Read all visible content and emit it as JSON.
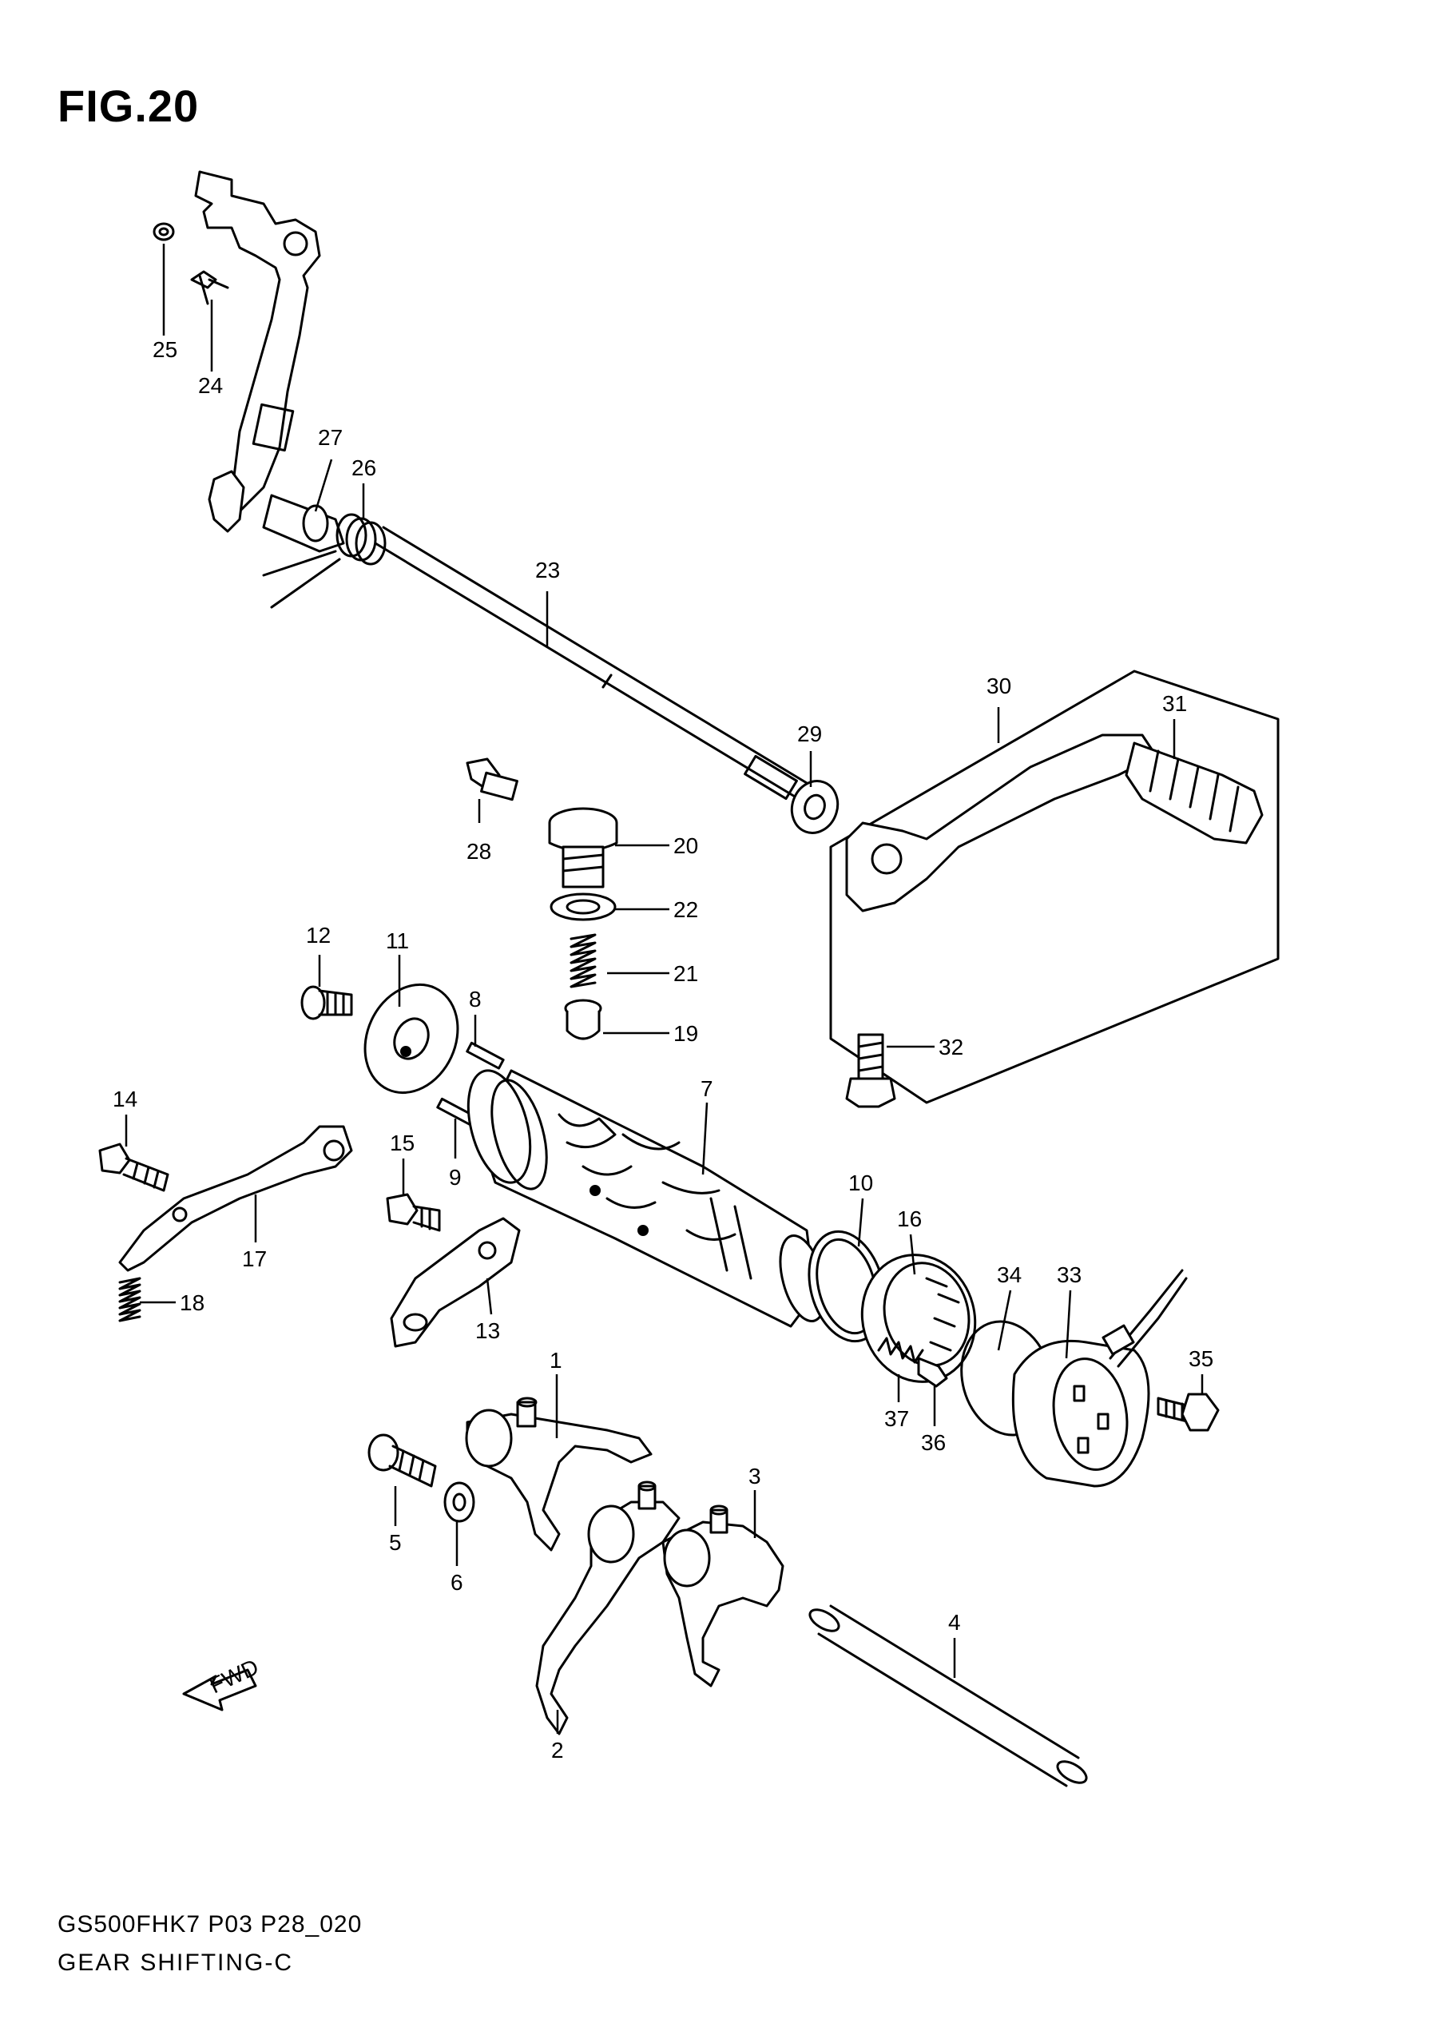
{
  "figure": {
    "title": "FIG.20",
    "code": "GS500FHK7 P03 P28_020",
    "name": "GEAR SHIFTING-C"
  },
  "fwd_arrow_label": "FWD",
  "callouts": {
    "c1": "1",
    "c2": "2",
    "c3": "3",
    "c4": "4",
    "c5": "5",
    "c6": "6",
    "c7": "7",
    "c8": "8",
    "c9": "9",
    "c10": "10",
    "c11": "11",
    "c12": "12",
    "c13": "13",
    "c14": "14",
    "c15": "15",
    "c16": "16",
    "c17": "17",
    "c18": "18",
    "c19": "19",
    "c20": "20",
    "c21": "21",
    "c22": "22",
    "c23": "23",
    "c24": "24",
    "c25": "25",
    "c26": "26",
    "c27": "27",
    "c28": "28",
    "c29": "29",
    "c30": "30",
    "c31": "31",
    "c32": "32",
    "c33": "33",
    "c34": "34",
    "c35": "35",
    "c36": "36",
    "c37": "37"
  }
}
